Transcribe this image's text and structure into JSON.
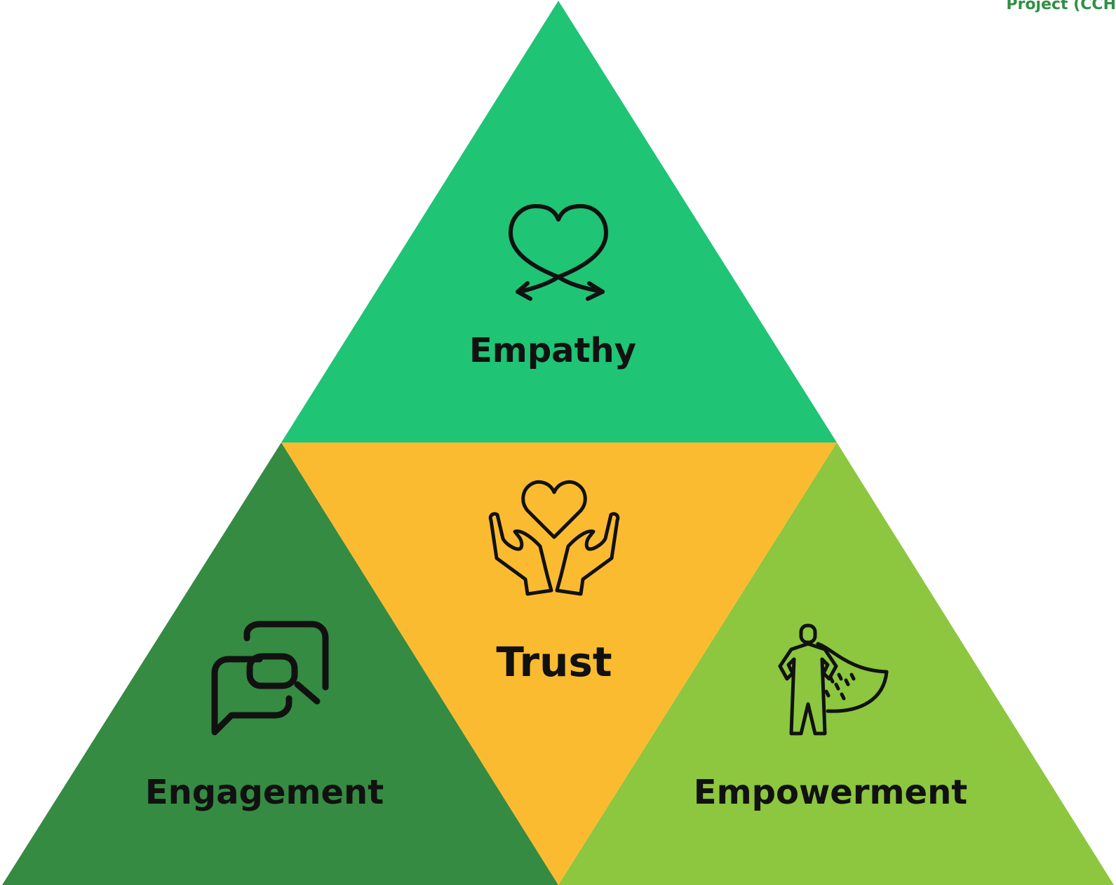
{
  "corner_text": "Project (CCH",
  "segments": {
    "top": {
      "label": "Empathy",
      "icon": "heart-arrows-icon",
      "color": "#1fc475"
    },
    "center": {
      "label": "Trust",
      "icon": "hands-heart-icon",
      "color": "#fbbb30"
    },
    "left": {
      "label": "Engagement",
      "icon": "chat-bubbles-icon",
      "color": "#358b42"
    },
    "right": {
      "label": "Empowerment",
      "icon": "superhero-icon",
      "color": "#8dc63f"
    }
  }
}
